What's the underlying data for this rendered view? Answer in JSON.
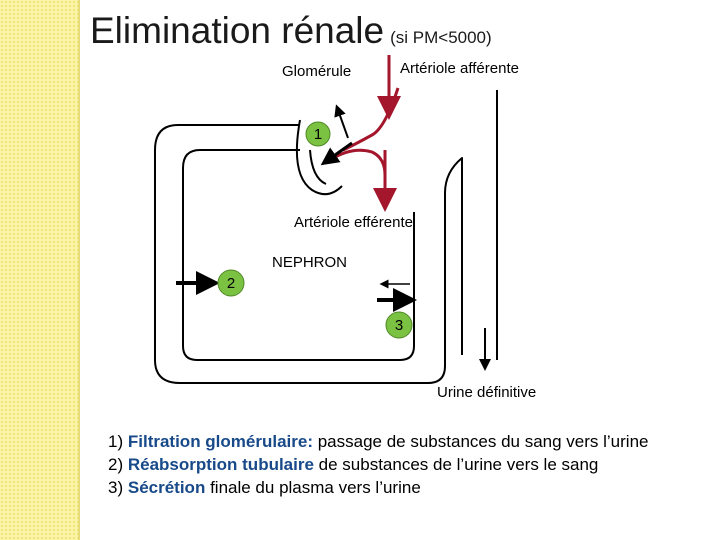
{
  "title": {
    "main": "Elimination rénale",
    "sub": "(si PM<5000)"
  },
  "diagram": {
    "labels": {
      "glomerule": "Glomérule",
      "arteriole_afferente": "Artériole afférente",
      "arteriole_efferente": "Artériole efférente",
      "nephron": "NEPHRON",
      "urine": "Urine définitive"
    },
    "steps": [
      "1",
      "2",
      "3"
    ],
    "colors": {
      "vessel": "#a3162c",
      "step_circle": "#7bc142",
      "tubule": "#000000",
      "accent_text": "#184a8a",
      "sidebar": "#fbf4a6"
    }
  },
  "legend": [
    {
      "num": "1)",
      "term": "Filtration glomérulaire:",
      "rest": " passage de substances du sang vers l’urine"
    },
    {
      "num": "2)",
      "term": "Réabsorption tubulaire",
      "rest": " de substances de l’urine vers le sang"
    },
    {
      "num": "3)",
      "term": "Sécrétion",
      "rest": " finale du plasma vers l’urine"
    }
  ]
}
